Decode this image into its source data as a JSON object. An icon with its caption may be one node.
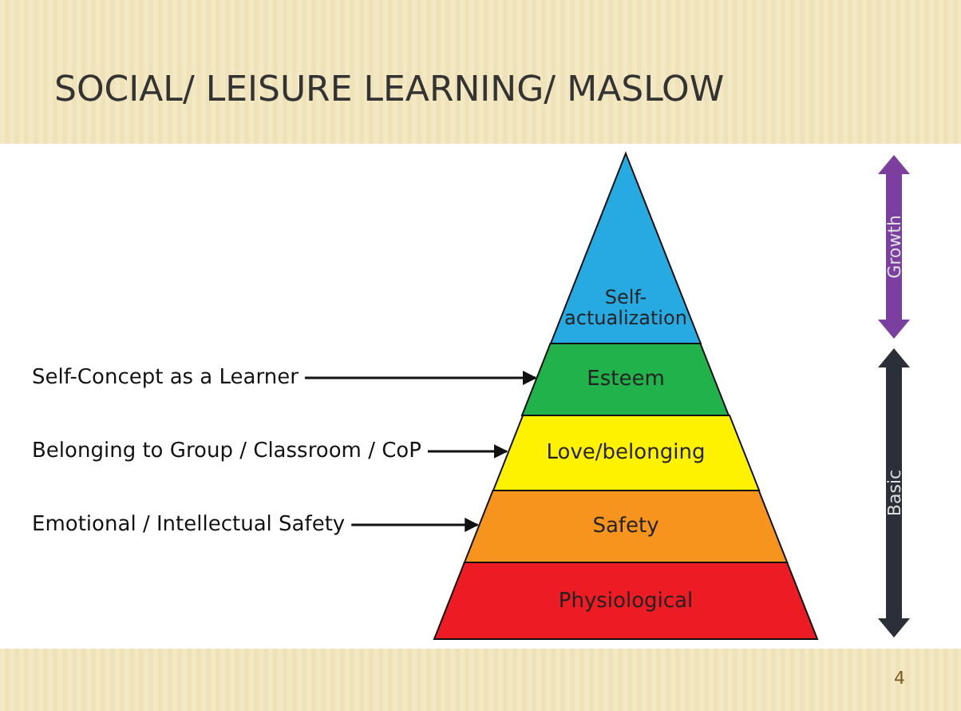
{
  "diagram": {
    "title": "SOCIAL/ LEISURE LEARNING/ MASLOW",
    "nodes": [
      {
        "text": [
          "Self-actualization"
        ]
      },
      {
        "text": [
          "Esteem"
        ]
      },
      {
        "text": [
          "Love/belonging"
        ]
      },
      {
        "text": [
          "Safety"
        ]
      },
      {
        "text": [
          "Physiological"
        ]
      },
      {
        "text": [
          "Self-Concept as a Learner"
        ]
      },
      {
        "text": [
          "Belonging to Group / Classroom / CoP"
        ]
      },
      {
        "text": [
          "Emotional / Intellectual Safety"
        ]
      }
    ],
    "edges": [
      {
        "from": 5,
        "to": 1,
        "arrow": "to"
      },
      {
        "from": 6,
        "to": 2,
        "arrow": "to"
      },
      {
        "from": 7,
        "to": 3,
        "arrow": "to"
      }
    ],
    "labels": [
      "Growth",
      "Basic",
      "4"
    ]
  }
}
